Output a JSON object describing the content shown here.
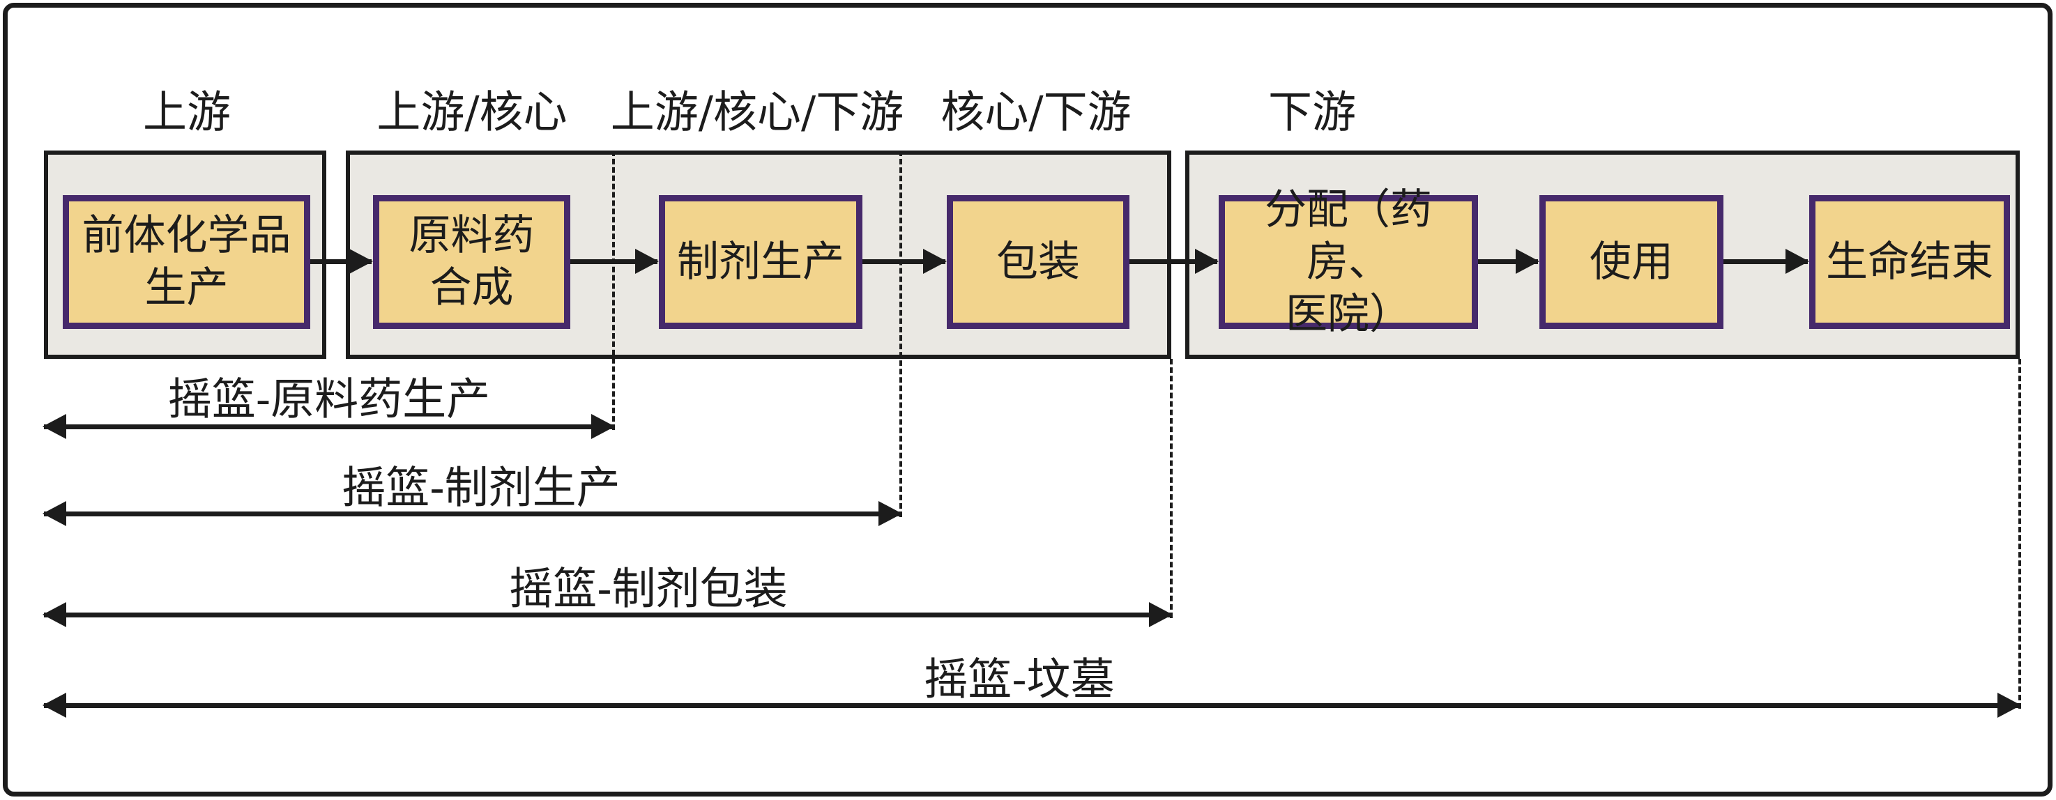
{
  "diagram": {
    "top_labels": [
      "上游",
      "上游/核心",
      "上游/核心/下游",
      "核心/下游",
      "下游"
    ],
    "process_boxes": [
      "前体化学品\n生产",
      "原料药\n合成",
      "制剂生产",
      "包装",
      "分配（药房、\n医院）",
      "使用",
      "生命结束"
    ],
    "span_labels": [
      "摇篮-原料药生产",
      "摇篮-制剂生产",
      "摇篮-制剂包装",
      "摇篮-坟墓"
    ],
    "colors": {
      "box_fill": "#F2D48D",
      "box_border": "#46296B",
      "container_fill": "#EAE8E3",
      "line": "#1C1C1C",
      "background": "#FFFFFF"
    }
  }
}
